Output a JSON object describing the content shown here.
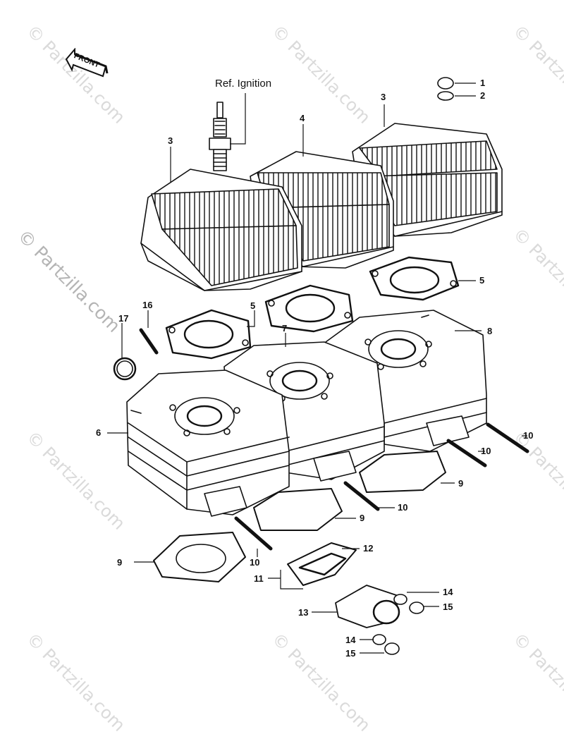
{
  "watermark": "© Partzilla.com",
  "front_label": "FRONT",
  "ref_ignition": "Ref. Ignition",
  "callouts": {
    "c1": "1",
    "c2": "2",
    "c3a": "3",
    "c3b": "3",
    "c4": "4",
    "c5a": "5",
    "c5b": "5",
    "c6": "6",
    "c7": "7",
    "c8": "8",
    "c9a": "9",
    "c9b": "9",
    "c9c": "9",
    "c10a": "10",
    "c10b": "10",
    "c10c": "10",
    "c10d": "10",
    "c11": "11",
    "c12": "12",
    "c13": "13",
    "c14a": "14",
    "c14b": "14",
    "c15a": "15",
    "c15b": "15",
    "c16": "16",
    "c17": "17"
  }
}
